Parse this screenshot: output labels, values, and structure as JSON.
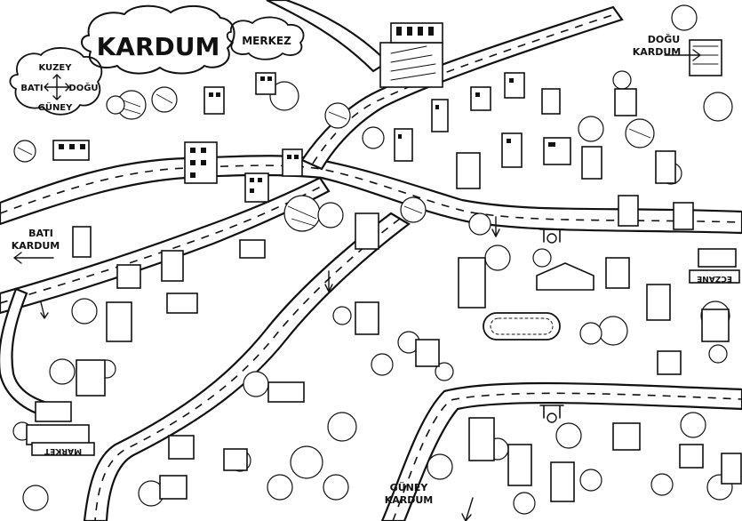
{
  "map": {
    "title": "KARDUM",
    "center_badge": "MERKEZ",
    "compass": {
      "north": "KUZEY",
      "west": "BATI",
      "east": "DOĞU",
      "south": "GÜNEY"
    },
    "exits": {
      "east_line1": "DOĞU",
      "east_line2": "KARDUM",
      "west_line1": "BATI",
      "west_line1b": "KARDUM",
      "south_line1": "GÜNEY",
      "south_line2": "KARDUM"
    },
    "signs": {
      "pharmacy": "ECZANE",
      "market": "MARKET"
    },
    "icons": {
      "compass": "compass-cross-icon",
      "arrow": "direction-arrow-icon",
      "tree": "tree-icon",
      "building": "building-icon",
      "swing": "swing-icon",
      "track": "running-track-icon"
    }
  }
}
